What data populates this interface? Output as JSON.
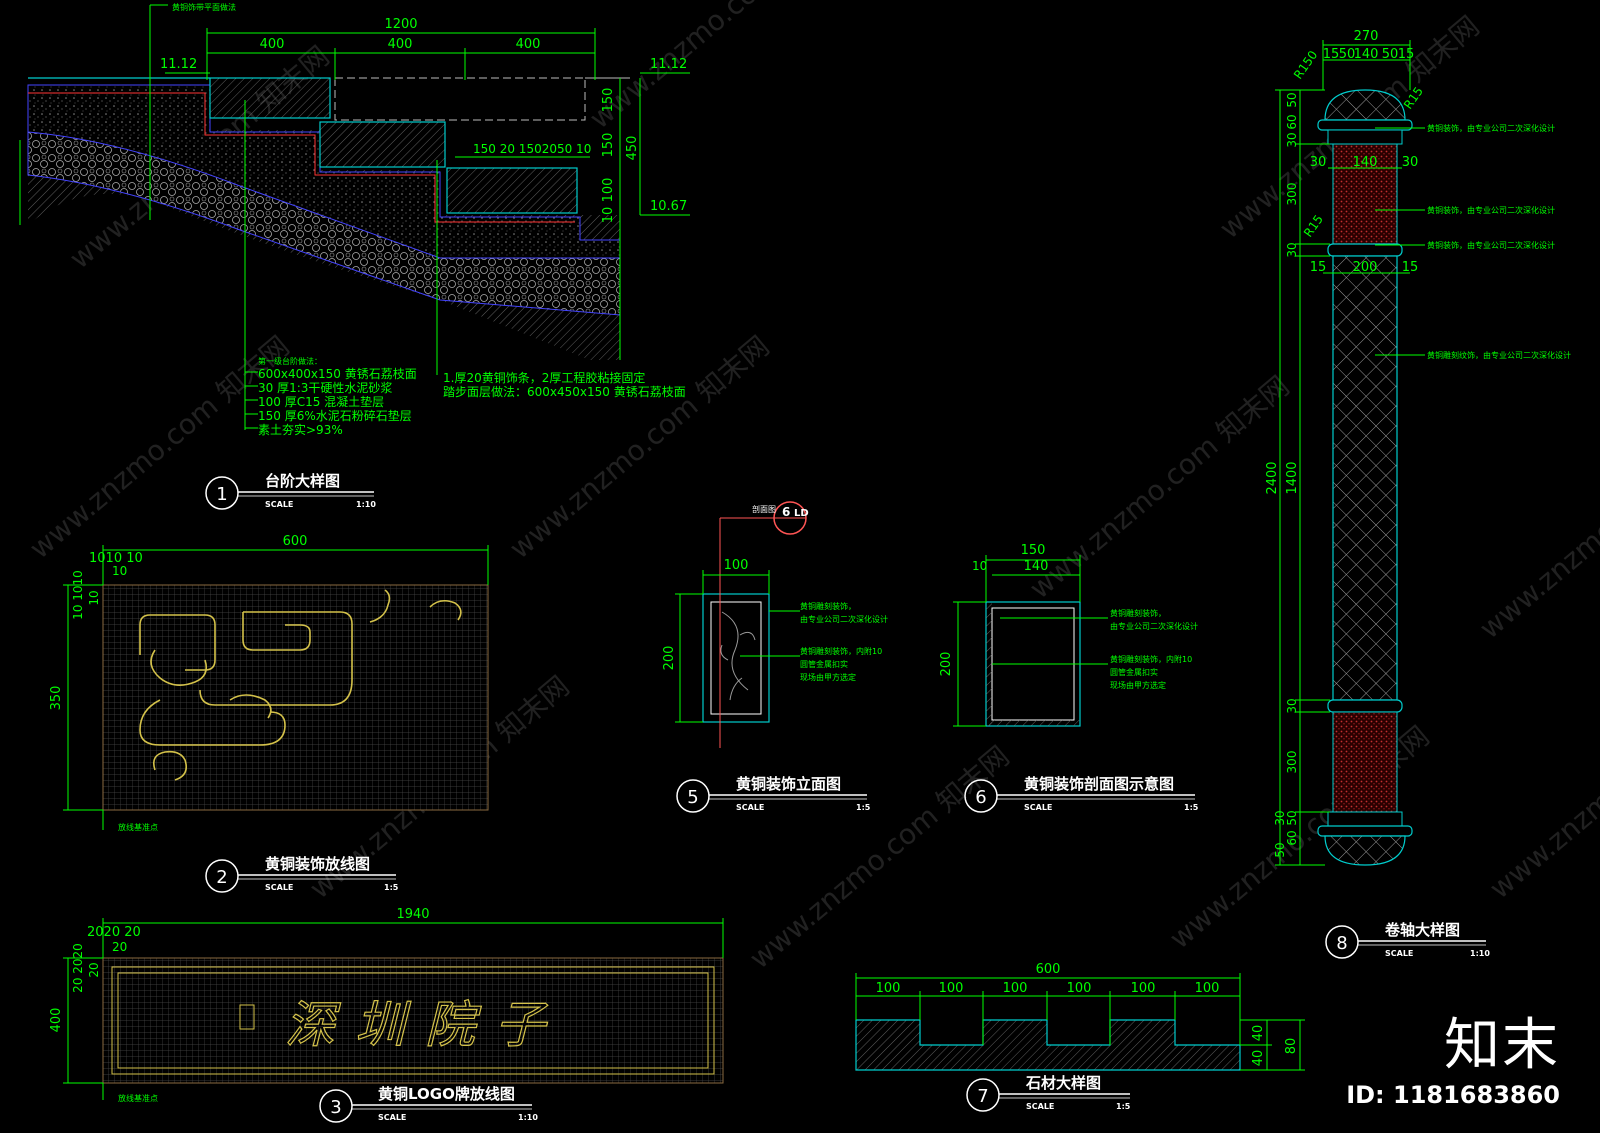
{
  "details": [
    {
      "number": "1",
      "title": "台阶大样图",
      "scale_label": "SCALE",
      "scale": "1:10"
    },
    {
      "number": "2",
      "title": "黄铜装饰放线图",
      "scale_label": "SCALE",
      "scale": "1:5"
    },
    {
      "number": "3",
      "title": "黄铜LOGO牌放线图",
      "scale_label": "SCALE",
      "scale": "1:10"
    },
    {
      "number": "5",
      "title": "黄铜装饰立面图",
      "scale_label": "SCALE",
      "scale": "1:5"
    },
    {
      "number": "6",
      "title": "黄铜装饰剖面图示意图",
      "scale_label": "SCALE",
      "scale": "1:5"
    },
    {
      "number": "7",
      "title": "石材大样图",
      "scale_label": "SCALE",
      "scale": "1:5"
    },
    {
      "number": "8",
      "title": "卷轴大样图",
      "scale_label": "SCALE",
      "scale": "1:10"
    }
  ],
  "stair": {
    "dims_top": [
      "1200",
      "400",
      "400",
      "400"
    ],
    "elev_left": "11.12",
    "elev_right_top": "11.12",
    "elev_right_bottom": "10.67",
    "dims_right": [
      "150",
      "150",
      "450",
      "100",
      "10"
    ],
    "dims_inner": "150 20 1502050 10",
    "top_note": "黄铜饰带平面做法",
    "notes_left": [
      "第一级台阶做法：",
      "600x400x150  黄锈石荔枝面",
      "30  厚1:3干硬性水泥砂浆",
      "100  厚C15  混凝土垫层",
      "150  厚6%水泥石粉碎石垫层",
      "素土夯实>93%"
    ],
    "notes_right": [
      "1.厚20黄铜饰条，2厚工程胶粘接固定",
      "踏步面层做法：600x450x150  黄锈石荔枝面"
    ]
  },
  "brass_deco": {
    "width": "600",
    "height": "350",
    "sub_dims_top": "1010 10",
    "sub_dim_top2": "10",
    "sub_dims_left": "10 1010",
    "sub_dim_left2": "10",
    "note": "放线基准点"
  },
  "logo": {
    "width": "1940",
    "height": "400",
    "sub_dims_top": "2020 20",
    "sub_dim_top2": "20",
    "sub_dims_left": "20 2020",
    "sub_dim_left2": "20",
    "text": "深圳院子",
    "note": "放线基准点"
  },
  "elevation5": {
    "width": "100",
    "height": "200",
    "section_label": "剖面图",
    "section_ref": "6",
    "section_sheet": "LD",
    "notes": [
      "黄铜雕刻装饰，",
      "由专业公司二次深化设计",
      "黄铜雕刻装饰，内附10",
      "圆管金属扣实",
      "现场由甲方选定"
    ]
  },
  "section6": {
    "width": "150",
    "inner_width": "140",
    "edge": "10",
    "height": "200",
    "notes": [
      "黄铜雕刻装饰，",
      "由专业公司二次深化设计",
      "黄铜雕刻装饰，内附10",
      "圆管金属扣实",
      "现场由甲方选定"
    ]
  },
  "stone7": {
    "width": "600",
    "segments": [
      "100",
      "100",
      "100",
      "100",
      "100",
      "100"
    ],
    "heights": [
      "40",
      "40",
      "80"
    ]
  },
  "scroll8": {
    "top_width": "270",
    "top_parts": [
      "15",
      "50",
      "140",
      "50",
      "15"
    ],
    "mid_parts": [
      "30",
      "140",
      "30"
    ],
    "lower_parts": [
      "15",
      "200",
      "15"
    ],
    "radius_top": "R150",
    "radius_side": "R15",
    "radius_mid": "R15",
    "heights_left": [
      "50",
      "30",
      "60",
      "300",
      "30",
      "1400",
      "30",
      "300",
      "50",
      "60",
      "30",
      "50"
    ],
    "total_height": "2400",
    "notes": [
      "黄铜装饰，由专业公司二次深化设计",
      "黄铜装饰，由专业公司二次深化设计",
      "黄铜装饰，由专业公司二次深化设计",
      "黄铜雕刻纹饰，由专业公司二次深化设计"
    ]
  },
  "brand": {
    "logo": "知末",
    "id": "ID: 1181683860"
  },
  "watermarks": [
    "www.znzmo.com",
    "知末网"
  ]
}
